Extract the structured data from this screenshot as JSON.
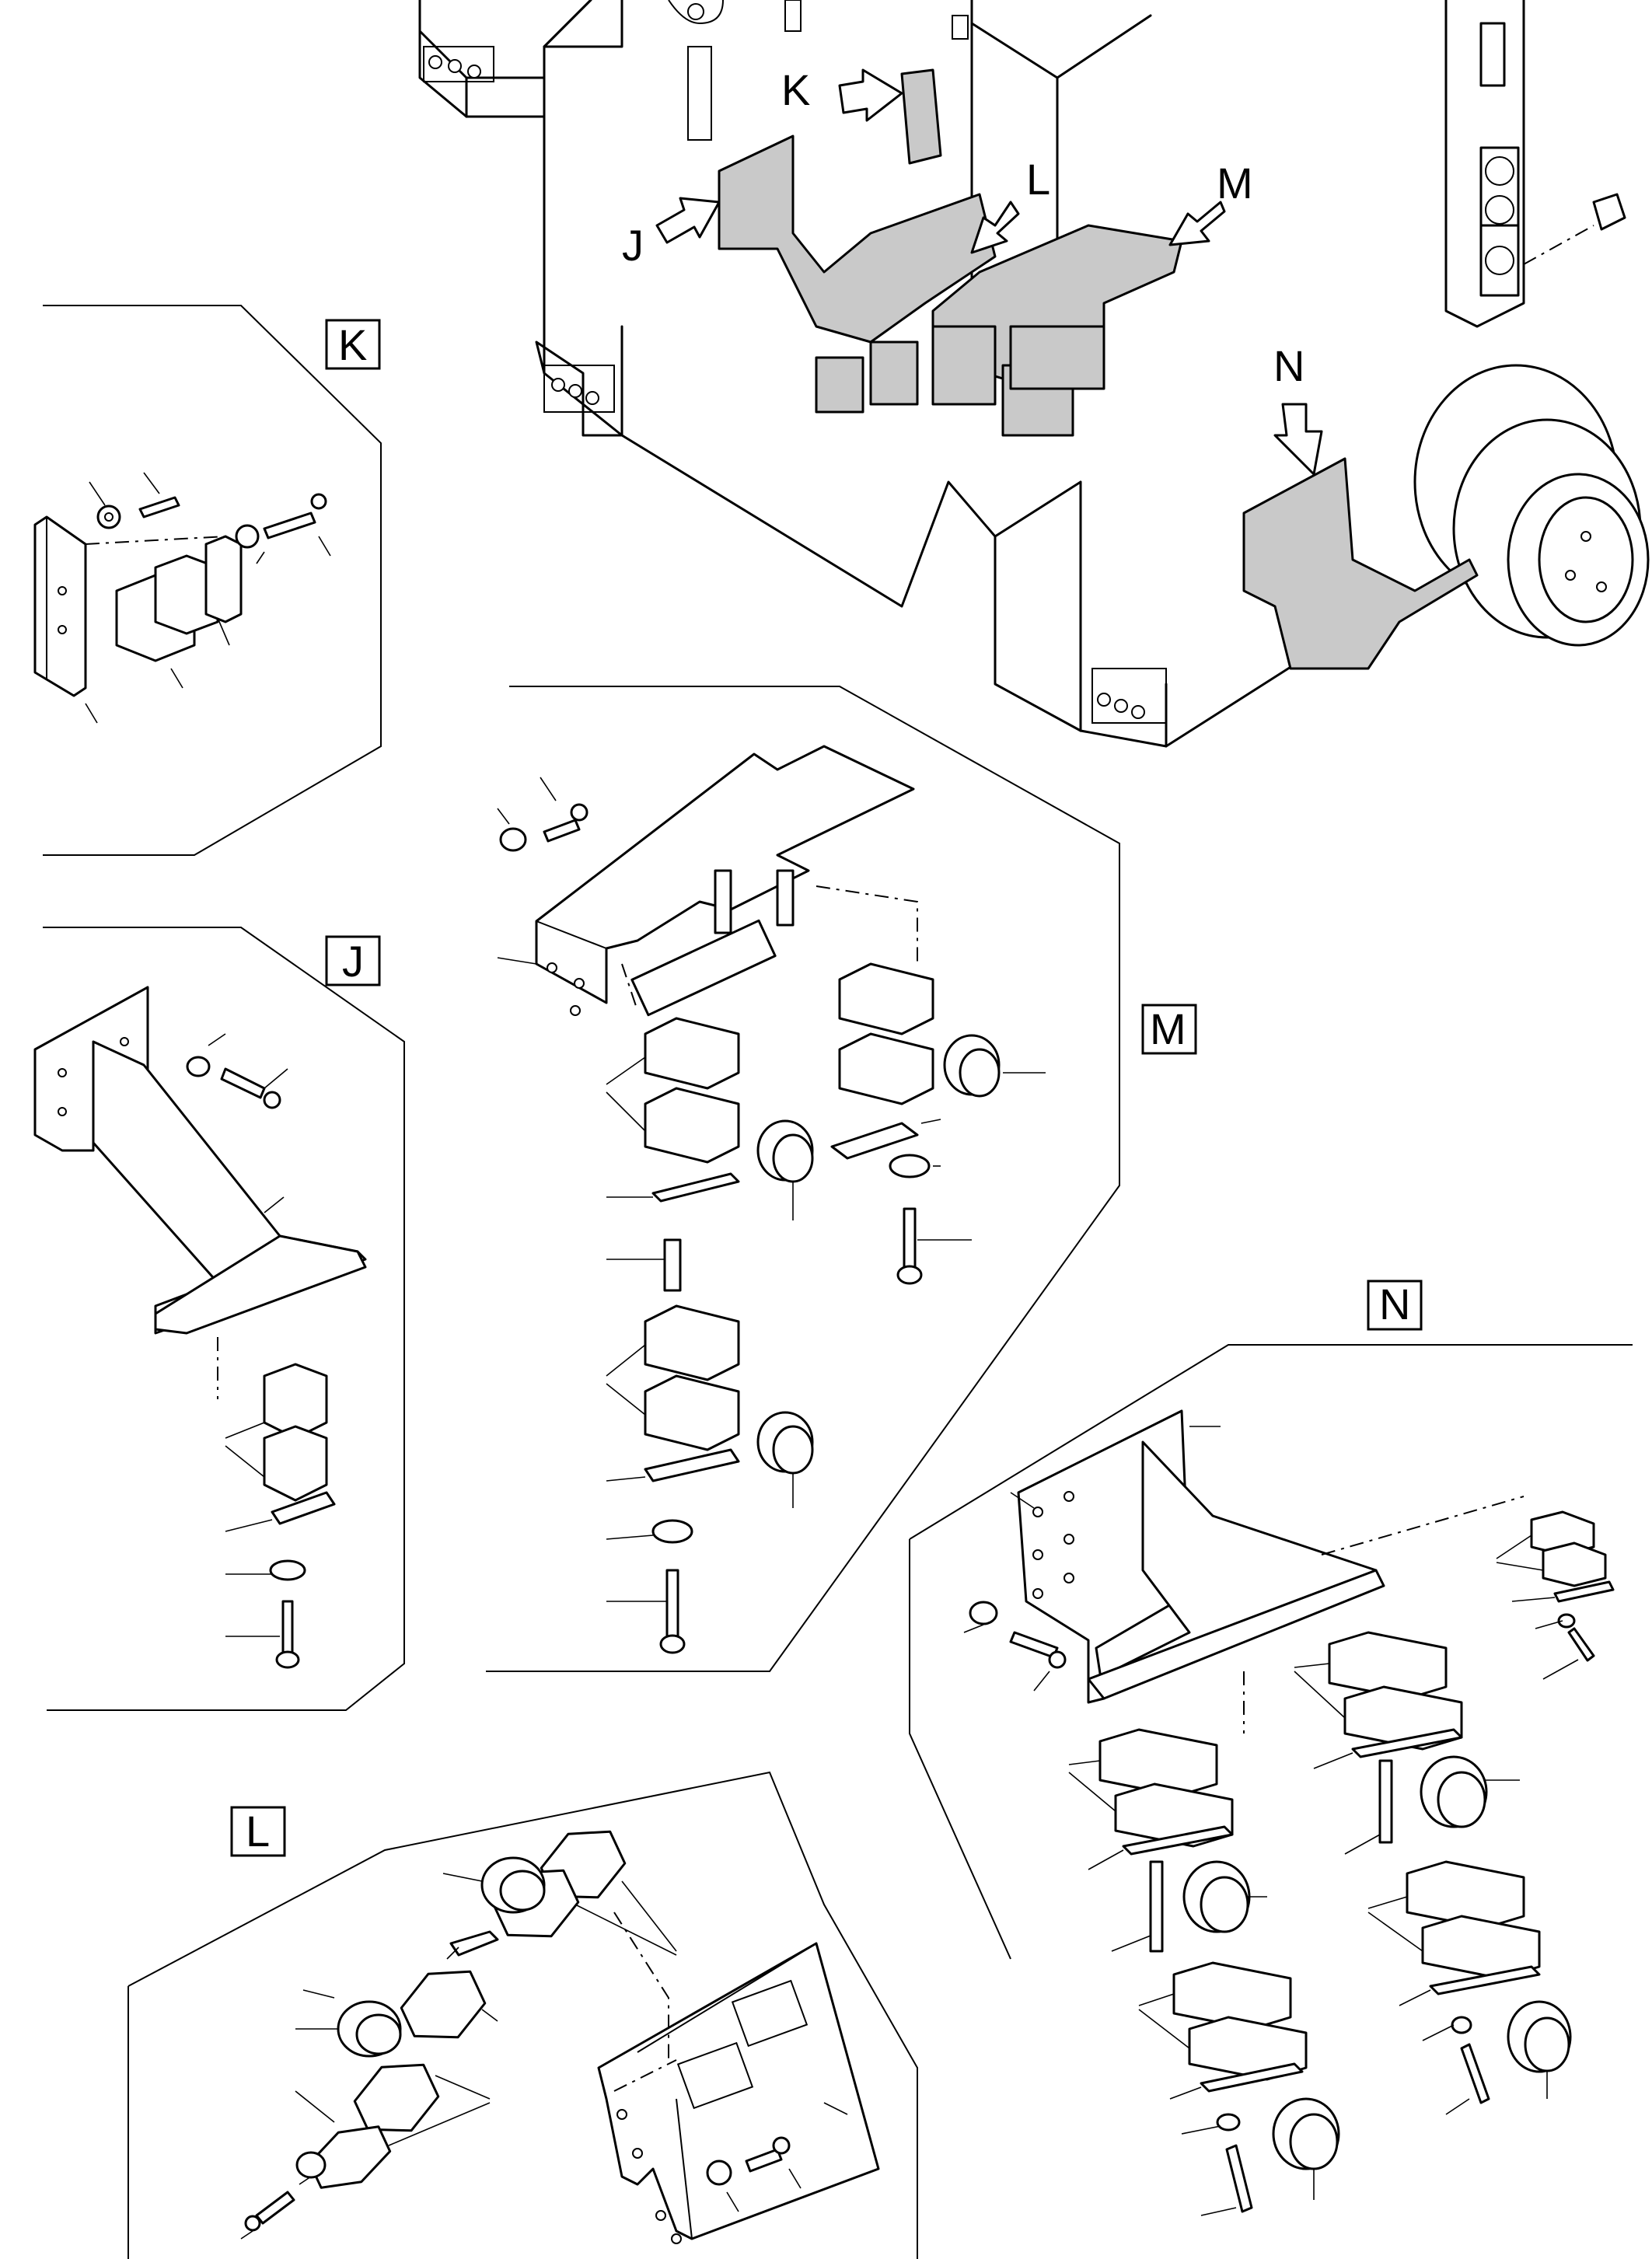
{
  "diagram": {
    "callouts": [
      "K",
      "L",
      "J",
      "M",
      "N"
    ],
    "detail_views": {
      "K": "K",
      "J": "J",
      "M": "M",
      "N": "N",
      "L": "L"
    }
  }
}
